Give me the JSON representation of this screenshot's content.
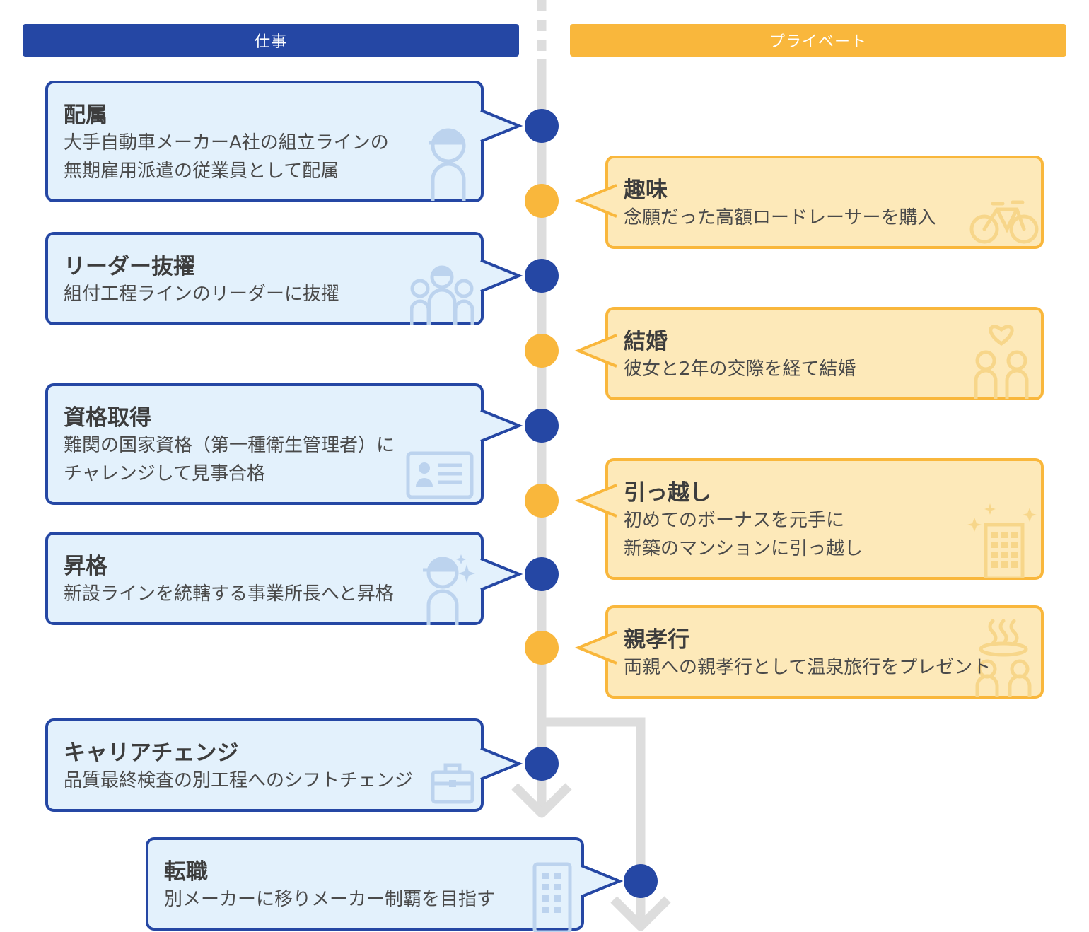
{
  "colors": {
    "work": "#2547a4",
    "work_fill": "#e3f1fc",
    "private": "#f9b73c",
    "private_fill": "#fde9b9",
    "line": "#dddddd"
  },
  "headers": {
    "work": "仕事",
    "private": "プライベート"
  },
  "events": [
    {
      "lane": "work",
      "title": "配属",
      "desc": "大手自動車メーカーA社の組立ラインの\n無期雇用派遣の従業員として配属",
      "icon": "worker-cap-icon"
    },
    {
      "lane": "private",
      "title": "趣味",
      "desc": "念願だった高額ロードレーサーを購入",
      "icon": "bicycle-icon"
    },
    {
      "lane": "work",
      "title": "リーダー抜擢",
      "desc": "組付工程ラインのリーダーに抜擢",
      "icon": "group-people-icon"
    },
    {
      "lane": "private",
      "title": "結婚",
      "desc": "彼女と2年の交際を経て結婚",
      "icon": "couple-heart-icon"
    },
    {
      "lane": "work",
      "title": "資格取得",
      "desc": "難関の国家資格（第一種衛生管理者）に\nチャレンジして見事合格",
      "icon": "id-card-icon"
    },
    {
      "lane": "private",
      "title": "引っ越し",
      "desc": "初めてのボーナスを元手に\n新築のマンションに引っ越し",
      "icon": "apartment-sparkle-icon"
    },
    {
      "lane": "work",
      "title": "昇格",
      "desc": "新設ラインを統轄する事業所長へと昇格",
      "icon": "worker-sparkle-icon"
    },
    {
      "lane": "private",
      "title": "親孝行",
      "desc": "両親への親孝行として温泉旅行をプレゼント",
      "icon": "hot-spring-parents-icon"
    },
    {
      "lane": "work",
      "title": "キャリアチェンジ",
      "desc": "品質最終検査の別工程へのシフトチェンジ",
      "icon": "briefcase-icon"
    },
    {
      "lane": "work",
      "title": "転職",
      "desc": "別メーカーに移りメーカー制覇を目指す",
      "icon": "office-building-icon"
    }
  ]
}
